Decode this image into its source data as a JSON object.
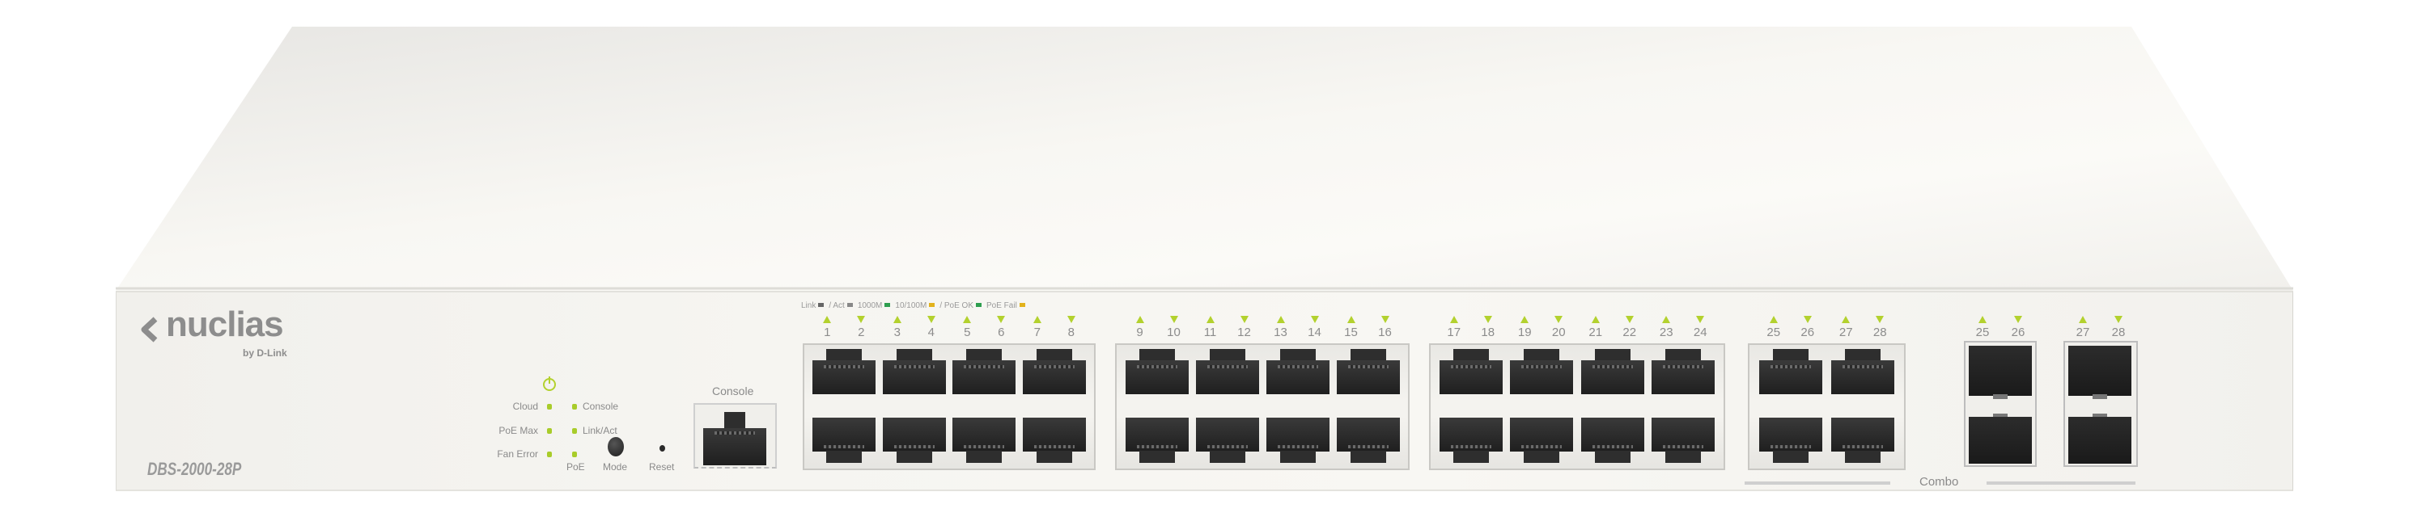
{
  "brand": {
    "name": "nuclias",
    "sub": "by D-Link"
  },
  "model": "DBS-2000-28P",
  "status_leds": {
    "left": [
      "Cloud",
      "PoE Max",
      "Fan Error"
    ],
    "right": [
      "Console",
      "Link/Act",
      ""
    ],
    "bottom_labels": {
      "poe": "PoE",
      "mode": "Mode",
      "reset": "Reset"
    }
  },
  "console_label": "Console",
  "legend": [
    {
      "label": "Link",
      "color": "#666666"
    },
    {
      "label": "/ Act",
      "color": "#888888"
    },
    {
      "label": "1000M",
      "color": "#2e9e4f"
    },
    {
      "label": "10/100M",
      "color": "#e2b21c"
    },
    {
      "label": "/ PoE OK",
      "color": "#2e9e4f"
    },
    {
      "label": "PoE Fail",
      "color": "#e2b21c"
    }
  ],
  "port_groups": [
    {
      "type": "rj45",
      "ports": [
        "1",
        "2",
        "3",
        "4",
        "5",
        "6",
        "7",
        "8"
      ]
    },
    {
      "type": "rj45",
      "ports": [
        "9",
        "10",
        "11",
        "12",
        "13",
        "14",
        "15",
        "16"
      ]
    },
    {
      "type": "rj45",
      "ports": [
        "17",
        "18",
        "19",
        "20",
        "21",
        "22",
        "23",
        "24"
      ]
    },
    {
      "type": "rj45",
      "ports": [
        "25",
        "26",
        "27",
        "28"
      ]
    },
    {
      "type": "sfp",
      "ports": [
        "25",
        "26"
      ]
    },
    {
      "type": "sfp",
      "ports": [
        "27",
        "28"
      ]
    }
  ],
  "combo_label": "Combo",
  "colors": {
    "led": "#b3d12e",
    "chassis": "#f4f3ef",
    "port": "#222222"
  }
}
